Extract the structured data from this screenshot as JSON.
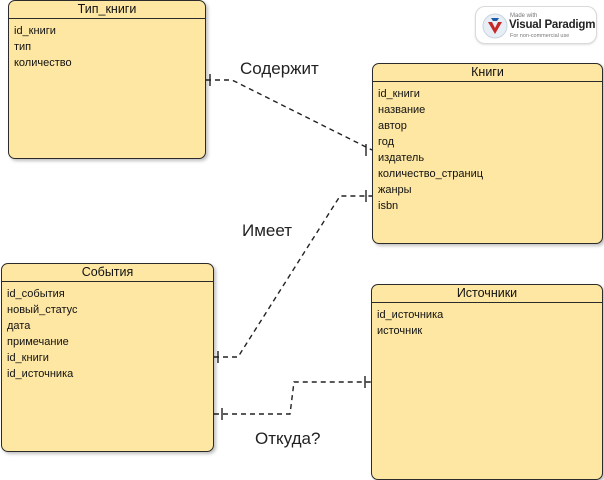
{
  "entities": {
    "book_type": {
      "title": "Тип_книги",
      "fields": [
        "id_книги",
        "тип",
        "количество"
      ]
    },
    "books": {
      "title": "Книги",
      "fields": [
        "id_книги",
        "название",
        "автор",
        "год",
        "издатель",
        "количество_страниц",
        "жанры",
        "isbn"
      ]
    },
    "events": {
      "title": "События",
      "fields": [
        "id_события",
        "новый_статус",
        "дата",
        "примечание",
        "id_книги",
        "id_источника"
      ]
    },
    "sources": {
      "title": "Источники",
      "fields": [
        "id_источника",
        "источник"
      ]
    }
  },
  "relations": {
    "contains": "Содержит",
    "has": "Имеет",
    "from_where": "Откуда?"
  },
  "badge": {
    "made_with": "Made with",
    "brand": "Visual Paradigm",
    "note": "For non-commercial use"
  },
  "colors": {
    "entity_fill": "#fde7a3",
    "entity_border": "#2b2b2b",
    "line": "#222222"
  }
}
